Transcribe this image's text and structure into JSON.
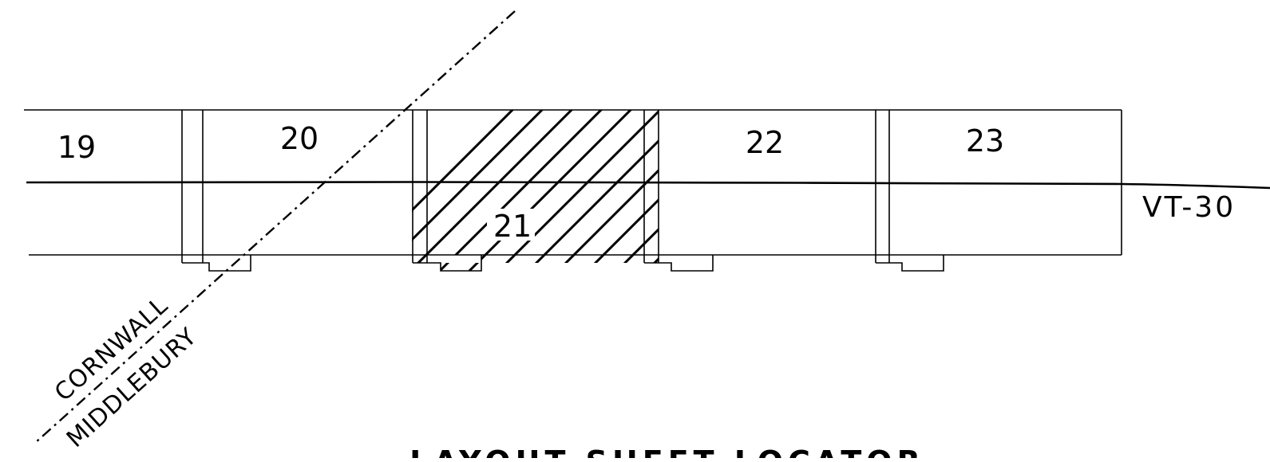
{
  "sheets": [
    {
      "number": "19",
      "highlighted": false
    },
    {
      "number": "20",
      "highlighted": false
    },
    {
      "number": "21",
      "highlighted": true
    },
    {
      "number": "22",
      "highlighted": false
    },
    {
      "number": "23",
      "highlighted": false
    }
  ],
  "route": {
    "label": "VT-30"
  },
  "town_line": {
    "town_a": "CORNWALL",
    "town_b": "MIDDLEBURY"
  },
  "title": "LAYOUT SHEET LOCATOR",
  "colors": {
    "line": "#000000",
    "background": "#ffffff"
  }
}
